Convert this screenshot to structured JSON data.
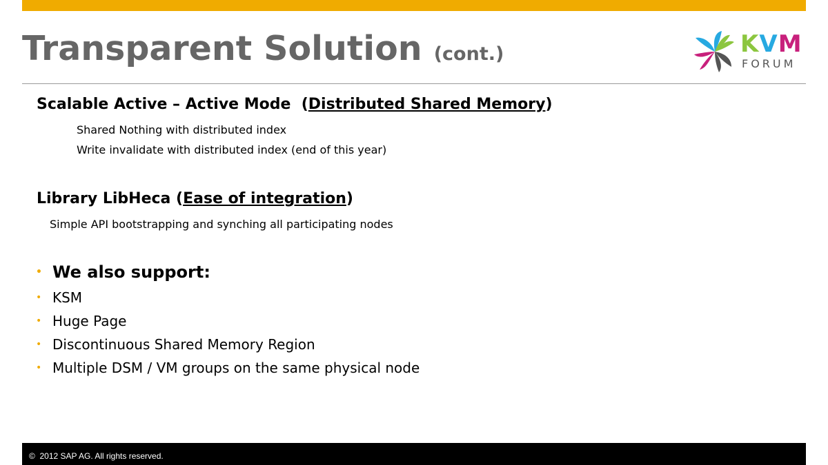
{
  "title": {
    "main": "Transparent Solution",
    "suffix": "(cont.)"
  },
  "logo": {
    "text_top": "KVM",
    "text_bottom": "FORUM",
    "colors": [
      "#8cc63f",
      "#27a9e1",
      "#c8207c",
      "#555555"
    ]
  },
  "section1": {
    "heading_prefix": "Scalable Active – Active Mode  (",
    "heading_link": "Distributed Shared Memory",
    "heading_suffix": ")",
    "items": [
      "Shared Nothing with distributed index",
      "Write invalidate with distributed index (end of this year)"
    ]
  },
  "section2": {
    "heading_prefix": "Library LibHeca (",
    "heading_link": "Ease of integration",
    "heading_suffix": ")",
    "items": [
      "Simple API bootstrapping and synching all participating nodes"
    ]
  },
  "bullets": {
    "bullet_glyph": "•",
    "heading": "We also support:",
    "items": [
      "KSM",
      "Huge Page",
      "Discontinuous Shared Memory Region",
      "Multiple DSM / VM groups on the same physical node"
    ]
  },
  "footer": {
    "copyright": "©  2012 SAP AG. All rights reserved."
  },
  "colors": {
    "accent": "#f0ab00",
    "title": "#666666"
  }
}
